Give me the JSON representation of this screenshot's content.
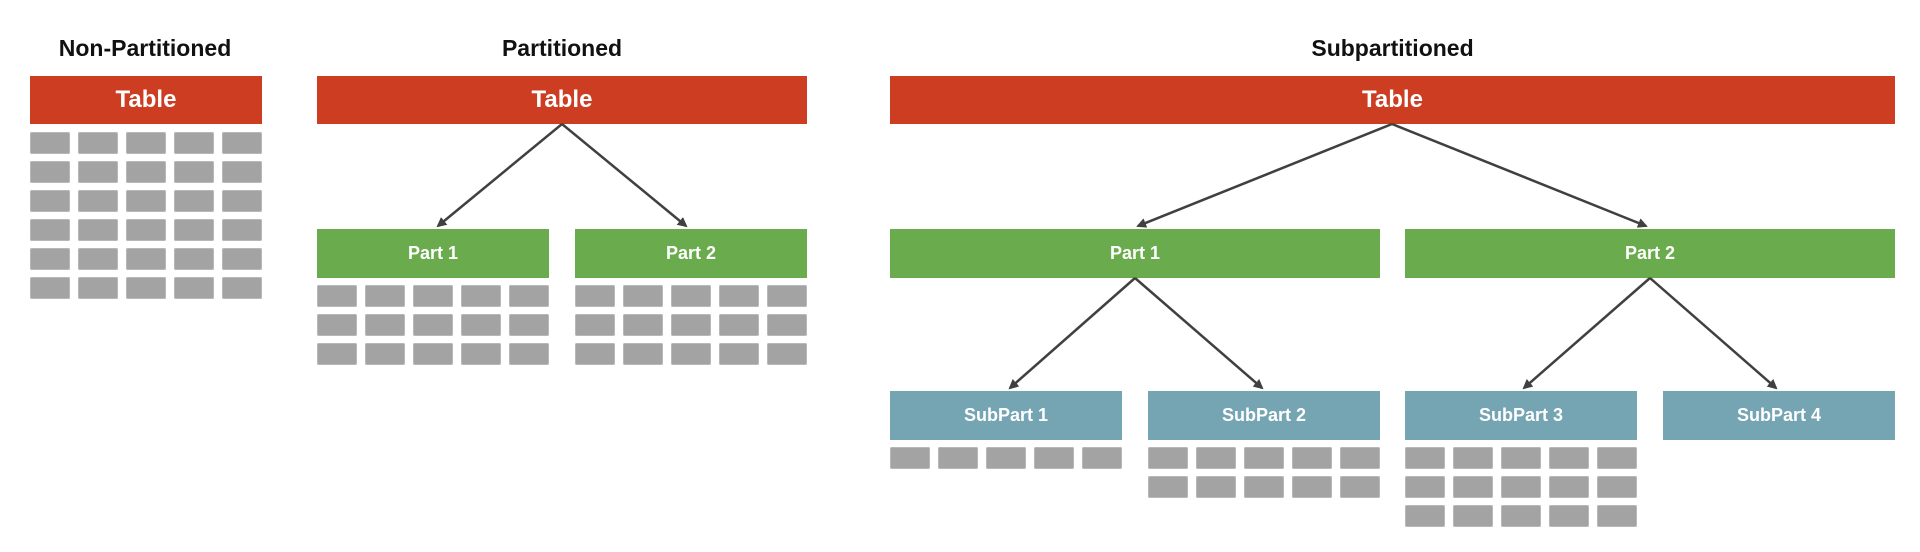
{
  "sections": {
    "non_partitioned": {
      "title": "Non-Partitioned",
      "table": "Table"
    },
    "partitioned": {
      "title": "Partitioned",
      "table": "Table",
      "parts": [
        "Part 1",
        "Part 2"
      ]
    },
    "subpartitioned": {
      "title": "Subpartitioned",
      "table": "Table",
      "parts": [
        "Part 1",
        "Part 2"
      ],
      "subparts": [
        "SubPart 1",
        "SubPart 2",
        "SubPart 3",
        "SubPart 4"
      ]
    }
  },
  "colors": {
    "table": "#cc3d22",
    "partition": "#6aab4e",
    "subpartition": "#75a5b2",
    "row_cell": "#a3a3a3",
    "arrow": "#404040"
  }
}
